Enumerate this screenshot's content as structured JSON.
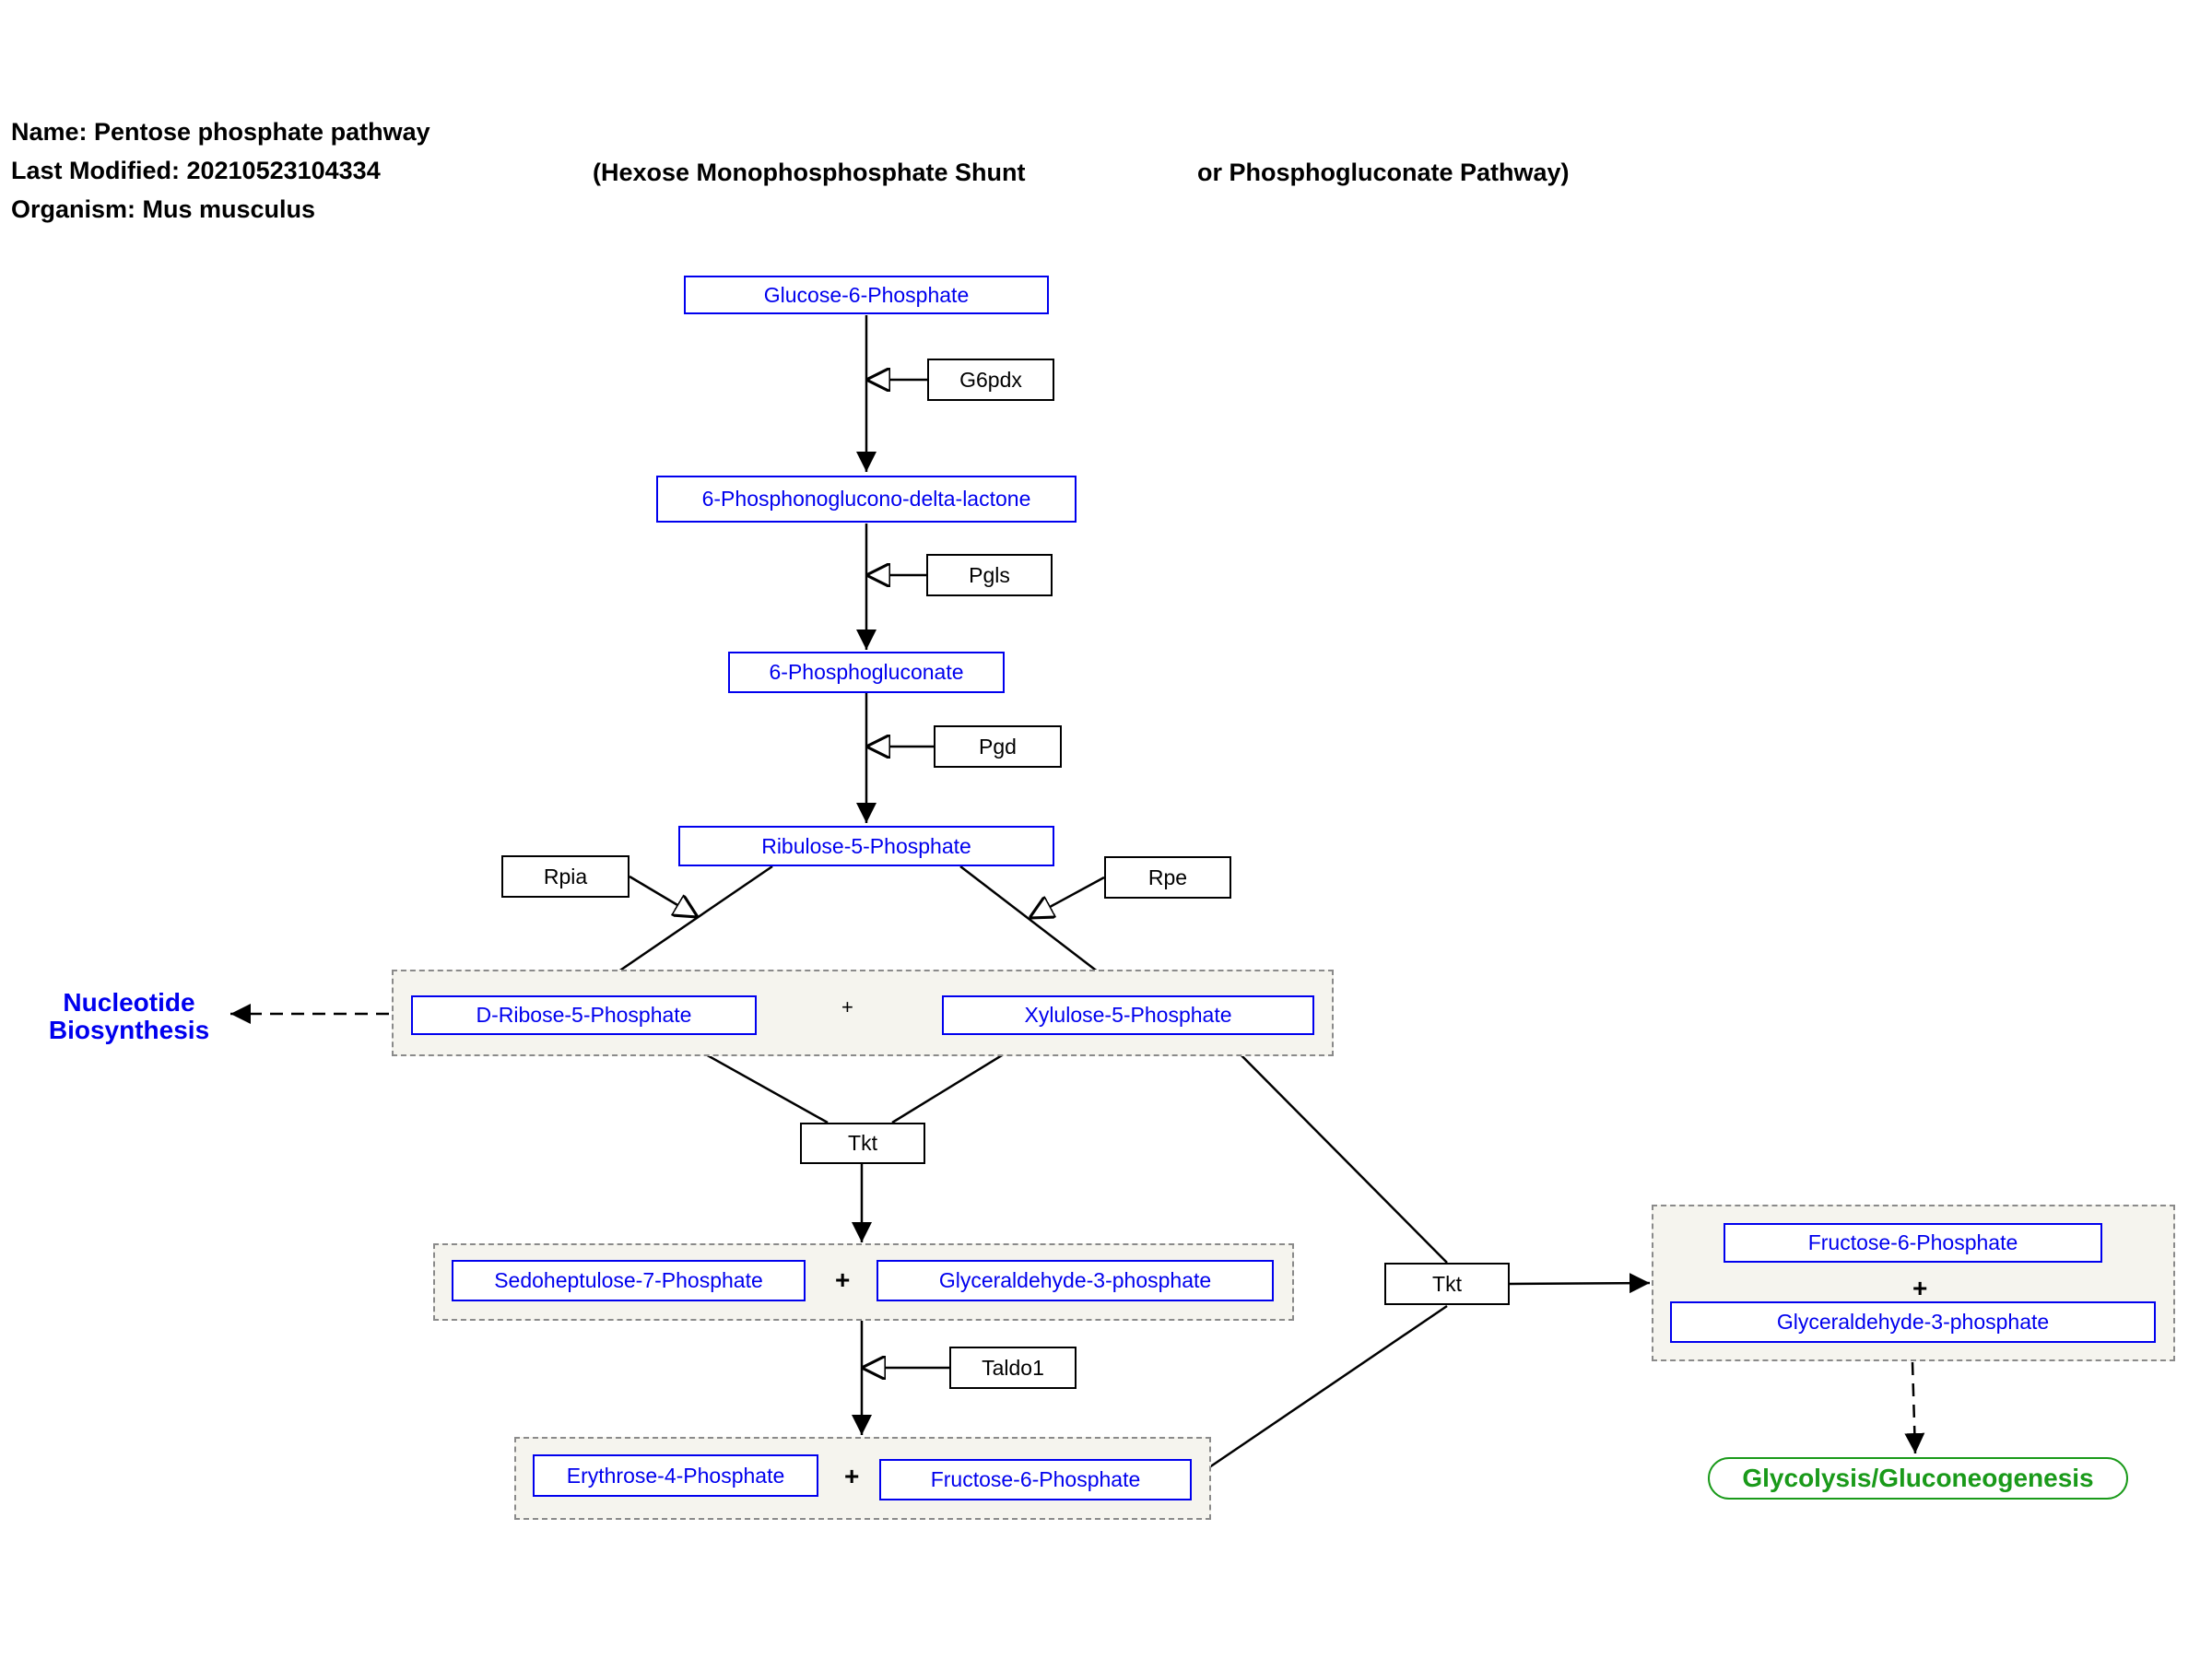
{
  "header": {
    "name": "Name: Pentose phosphate pathway",
    "last_modified": "Last Modified: 20210523104334",
    "organism": "Organism: Mus musculus",
    "subtitle_part1": "(Hexose Monophosphosphate Shunt",
    "subtitle_part2": "or Phosphogluconate Pathway)"
  },
  "metabolites": {
    "g6p": "Glucose-6-Phosphate",
    "pgl": "6-Phosphonoglucono-delta-lactone",
    "pg": "6-Phosphogluconate",
    "ru5p": "Ribulose-5-Phosphate",
    "r5p": "D-Ribose-5-Phosphate",
    "xu5p": "Xylulose-5-Phosphate",
    "s7p": "Sedoheptulose-7-Phosphate",
    "gap1": "Glyceraldehyde-3-phosphate",
    "e4p": "Erythrose-4-Phosphate",
    "f6p1": "Fructose-6-Phosphate",
    "f6p2": "Fructose-6-Phosphate",
    "gap2": "Glyceraldehyde-3-phosphate"
  },
  "genes": {
    "g6pdx": "G6pdx",
    "pgls": "Pgls",
    "pgd": "Pgd",
    "rpia": "Rpia",
    "rpe": "Rpe",
    "tkt1": "Tkt",
    "tkt2": "Tkt",
    "taldo1": "Taldo1"
  },
  "plus_signs": {
    "p1": "+",
    "p2": "+",
    "p3": "+",
    "p4": "+"
  },
  "pathways": {
    "nucleotide_line1": "Nucleotide",
    "nucleotide_line2": "Biosynthesis",
    "glycolysis": "Glycolysis/Gluconeogenesis"
  },
  "colors": {
    "metabolite": "#0000ee",
    "gene": "#000000",
    "group_fill": "#f5f4ee",
    "group_border": "#8a8a8a",
    "pathway_green": "#1a9a1a"
  }
}
